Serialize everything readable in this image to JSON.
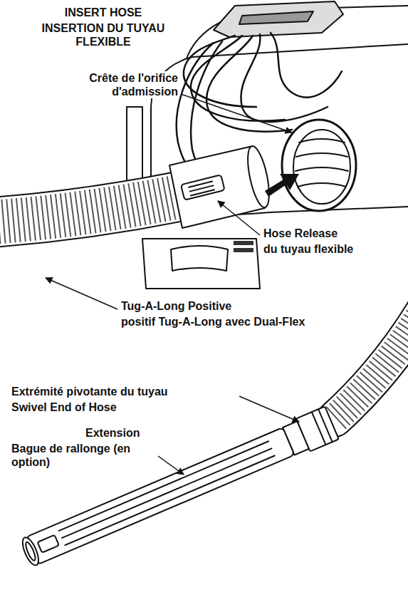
{
  "diagram": {
    "title": "INSERTION DU TUYAU FLEXIBLE",
    "labels": [
      "INSERT HOSE",
      "Crête de l'orifice d'admission",
      "Hose Release",
      "du tuyau flexible",
      "Tug-A-Long Positive",
      "positif Tug-A-Long avec Dual-Flex",
      "Extrémité pivotante du tuyau",
      "Swivel End of Hose",
      "Extension",
      "Bague de rallonge (en option)"
    ]
  }
}
